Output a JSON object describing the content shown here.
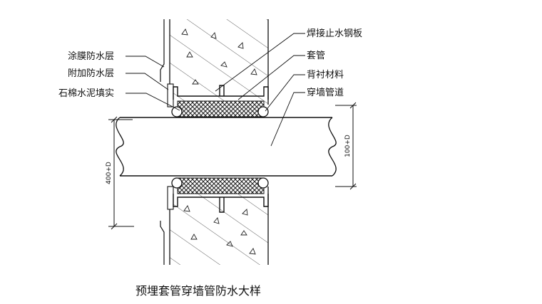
{
  "title": "预埋套管穿墙管防水大样",
  "labels": {
    "coating": "涂膜防水层",
    "extra_layer": "附加防水层",
    "asbestos_cement": "石棉水泥填实",
    "water_stop_plate": "焊接止水钢板",
    "sleeve": "套管",
    "backing": "背衬材料",
    "through_pipe": "穿墙管道"
  },
  "dimensions": {
    "left": "400+D",
    "right": "100+D"
  }
}
